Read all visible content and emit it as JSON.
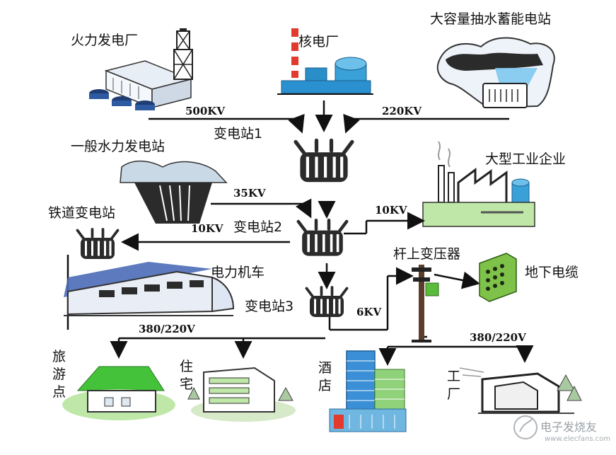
{
  "labels": {
    "thermal_plant": "火力发电厂",
    "nuclear_plant": "核电厂",
    "pumped_storage": "大容量抽水蓄能电站",
    "hydro_station": "一般水力发电站",
    "substation_1": "变电站1",
    "substation_2": "变电站2",
    "substation_3": "变电站3",
    "railway_substation": "铁道变电站",
    "electric_locomotive": "电力机车",
    "large_industry": "大型工业企业",
    "pole_transformer": "杆上变压器",
    "underground_cable": "地下电缆",
    "tourist_spot": "旅游点",
    "residence": "住宅",
    "hotel": "酒店",
    "factory": "工厂"
  },
  "voltages": {
    "v500": "500KV",
    "v220": "220KV",
    "v35": "35KV",
    "v10_left": "10KV",
    "v10_right": "10KV",
    "v6": "6KV",
    "v380_left": "380/220V",
    "v380_right": "380/220V"
  },
  "watermark": {
    "brand": "电子发烧友",
    "site": "www.elecfans.com"
  },
  "colors": {
    "line": "#111111",
    "transformer": "#2b2b2b",
    "sky_blue": "#3a8fd6",
    "building_blue": "#6fb6e0",
    "green": "#44c23a",
    "light_green": "#bfe8a8",
    "mountain": "#c9d9e6"
  }
}
